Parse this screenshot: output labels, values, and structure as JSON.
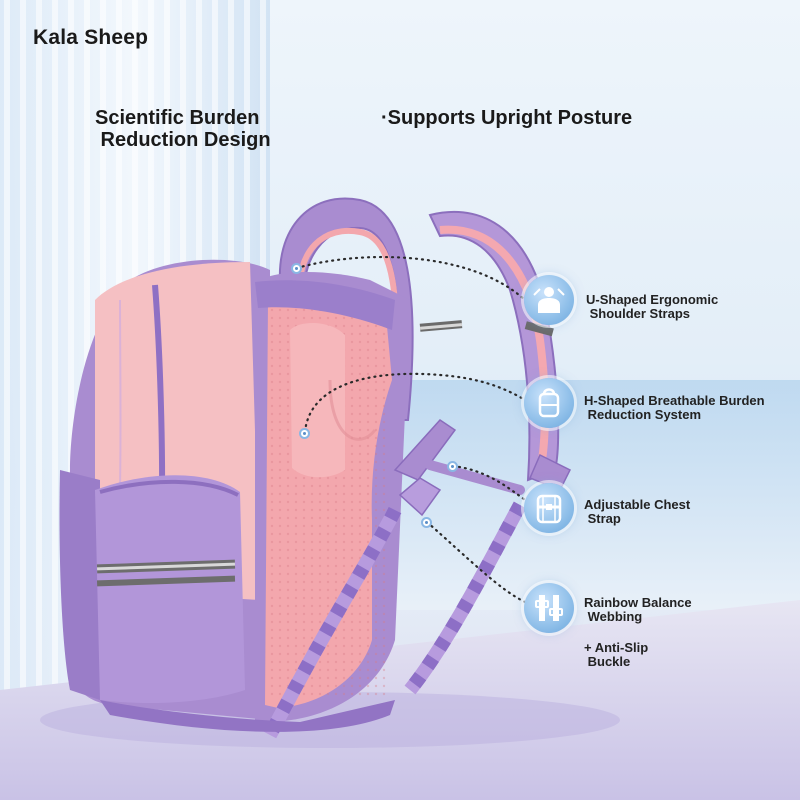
{
  "brand": "Kala Sheep",
  "headline": {
    "left": "Scientific Burden\n Reduction Design",
    "right": "·Supports Upright Posture"
  },
  "features": [
    {
      "label": "U-Shaped Ergonomic\n Shoulder Straps",
      "icon": "person-shoulders-icon"
    },
    {
      "label": "H-Shaped Breathable Burden\n Reduction System",
      "icon": "backpack-outline-icon"
    },
    {
      "label": "Adjustable Chest\n Strap",
      "icon": "chest-strap-backpack-icon"
    },
    {
      "label": "Rainbow Balance\n Webbing",
      "icon": "buckle-webbing-icon"
    }
  ],
  "extra_note": "+ Anti-Slip\n Buckle",
  "colors": {
    "bag_purple": "#a98cd0",
    "bag_pink": "#f4b4b8",
    "badge_blue": "#8fbfe9",
    "text": "#1a1a1a"
  }
}
